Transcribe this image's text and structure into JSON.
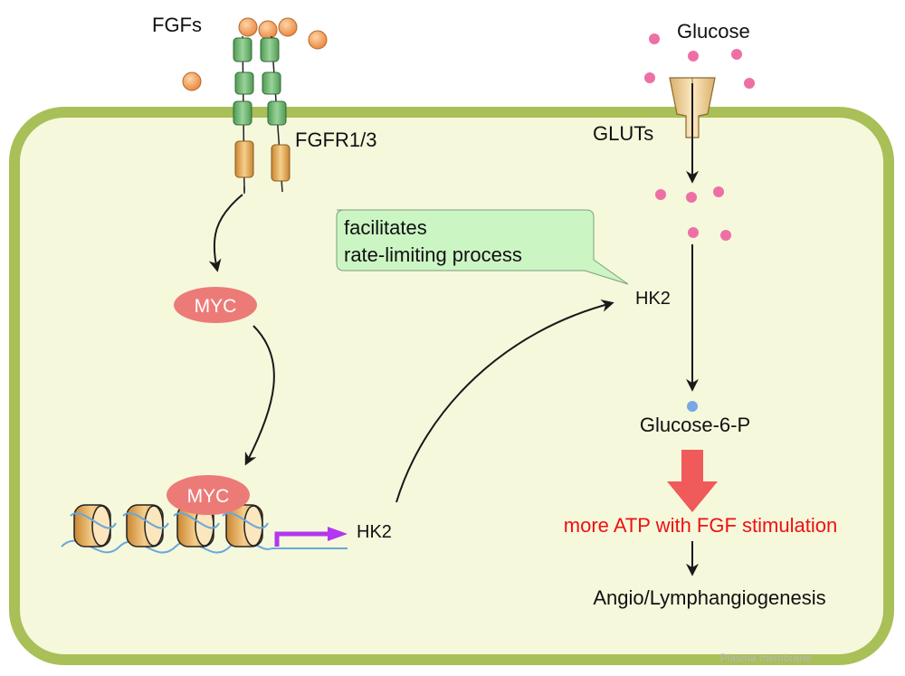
{
  "colors": {
    "membrane_stroke": "#a9bf57",
    "cell_fill": "#f6f8dc",
    "ligand": "#e8914a",
    "receptor_green": "#6fb86f",
    "receptor_orange": "#e0a24c",
    "glucose_dot": "#ee6fa6",
    "g6p_dot": "#7aa6e6",
    "myc_fill": "#ec7b78",
    "promoter_arrow": "#b336f0",
    "dna_line": "#6aa8d8",
    "callout_fill": "#ccf5c4",
    "big_arrow": "#f05a5a",
    "highlight_text": "#ee1111"
  },
  "labels": {
    "fgfs": "FGFs",
    "fgfr": "FGFR1/3",
    "glucose": "Glucose",
    "gluts": "GLUTs",
    "myc_cytoplasm": "MYC",
    "myc_nucleus": "MYC",
    "hk2_gene": "HK2",
    "hk2_protein": "HK2",
    "callout_line1": "facilitates",
    "callout_line2": "rate-limiting process",
    "g6p": "Glucose-6-P",
    "atp": "more ATP with FGF stimulation",
    "outcome": "Angio/Lymphangiogenesis",
    "plasma_membrane": "Plasma membrane"
  }
}
